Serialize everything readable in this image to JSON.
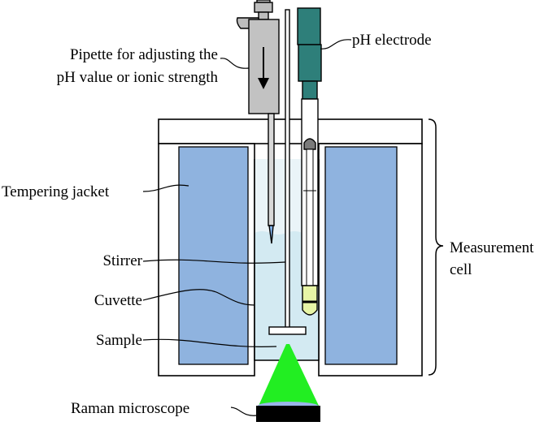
{
  "labels": {
    "pipette_line1": "Pipette for adjusting the",
    "pipette_line2": "pH value or ionic strength",
    "ph_electrode": "pH electrode",
    "tempering_jacket": "Tempering jacket",
    "measurement_line1": "Measurement",
    "measurement_line2": "cell",
    "stirrer": "Stirrer",
    "cuvette": "Cuvette",
    "sample": "Sample",
    "raman_microscope": "Raman microscope"
  },
  "colors": {
    "jacket_fill": "#8fb3df",
    "sample_fill": "#d8ecf3",
    "pipette_body": "#c2c2c2",
    "electrode_head": "#2e7f7a",
    "electrode_tip": "#e7f5a6",
    "pipette_tip": "#7fb0e8",
    "laser": "#22ee22",
    "objective": "#000000",
    "objective_lens": "#9ab4e8"
  }
}
